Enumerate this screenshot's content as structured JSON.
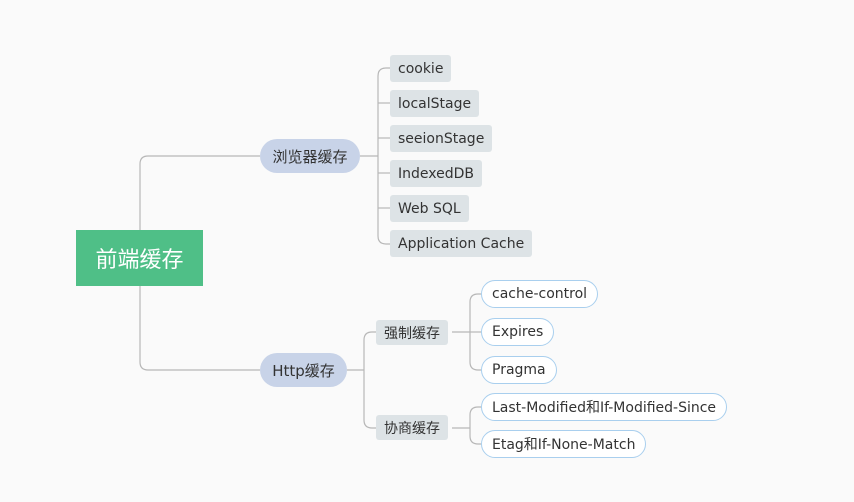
{
  "root": "前端缓存",
  "browser": {
    "label": "浏览器缓存",
    "items": [
      "cookie",
      "localStage",
      "seeionStage",
      "IndexedDB",
      "Web SQL",
      "Application Cache"
    ]
  },
  "http": {
    "label": "Http缓存",
    "strong": {
      "label": "强制缓存",
      "items": [
        "cache-control",
        "Expires",
        "Pragma"
      ]
    },
    "negotiate": {
      "label": "协商缓存",
      "items": [
        "Last-Modified和If-Modified-Since",
        "Etag和If-None-Match"
      ]
    }
  }
}
